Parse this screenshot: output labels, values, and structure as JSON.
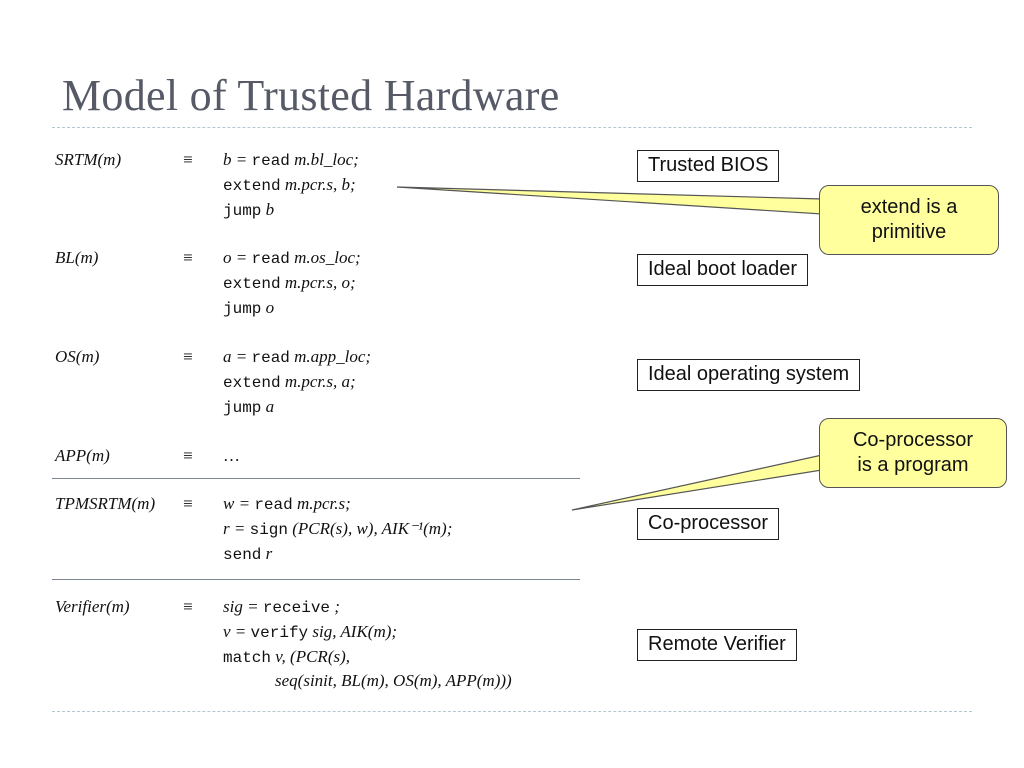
{
  "title": "Model of Trusted Hardware",
  "definitions": [
    {
      "name": "SRTM(m)",
      "eq": "≡",
      "lines": [
        {
          "pre": "b = ",
          "kw": "read",
          "post": " m.bl_loc;"
        },
        {
          "pre": "",
          "kw": "extend",
          "post": " m.pcr.s, b;"
        },
        {
          "pre": "",
          "kw": "jump",
          "post": " b"
        }
      ]
    },
    {
      "name": "BL(m)",
      "eq": "≡",
      "lines": [
        {
          "pre": "o = ",
          "kw": "read",
          "post": " m.os_loc;"
        },
        {
          "pre": "",
          "kw": "extend",
          "post": " m.pcr.s, o;"
        },
        {
          "pre": "",
          "kw": "jump",
          "post": " o"
        }
      ]
    },
    {
      "name": "OS(m)",
      "eq": "≡",
      "lines": [
        {
          "pre": "a = ",
          "kw": "read",
          "post": " m.app_loc;"
        },
        {
          "pre": "",
          "kw": "extend",
          "post": " m.pcr.s, a;"
        },
        {
          "pre": "",
          "kw": "jump",
          "post": " a"
        }
      ]
    },
    {
      "name": "APP(m)",
      "eq": "≡",
      "lines": [
        {
          "pre": "…",
          "kw": "",
          "post": ""
        }
      ]
    },
    {
      "name": "TPMSRTM(m)",
      "eq": "≡",
      "lines": [
        {
          "pre": "w = ",
          "kw": "read",
          "post": " m.pcr.s;"
        },
        {
          "pre": "r = ",
          "kw": "sign",
          "post": " (PCR(s), w), AIK⁻¹(m);"
        },
        {
          "pre": "",
          "kw": "send",
          "post": " r"
        }
      ]
    },
    {
      "name": "Verifier(m)",
      "eq": "≡",
      "lines": [
        {
          "pre": "sig = ",
          "kw": "receive",
          "post": " ;"
        },
        {
          "pre": "v = ",
          "kw": "verify",
          "post": " sig, AIK(m);"
        },
        {
          "pre": "",
          "kw": "match",
          "post": " v, (PCR(s),"
        },
        {
          "pre": "seq(sinit, BL(m), OS(m), APP(m)))",
          "kw": "",
          "post": "",
          "indent": true
        }
      ]
    }
  ],
  "labels": {
    "trusted_bios": "Trusted BIOS",
    "boot_loader": "Ideal boot loader",
    "operating_system": "Ideal operating system",
    "coprocessor": "Co-processor",
    "remote_verifier": "Remote Verifier"
  },
  "callouts": {
    "extend": [
      "extend is a",
      "primitive"
    ],
    "coprocessor": [
      "Co-processor",
      "is a program"
    ]
  },
  "colors": {
    "title": "#555a66",
    "callout_fill": "#ffff9e",
    "rule": "#b7c7cf"
  }
}
